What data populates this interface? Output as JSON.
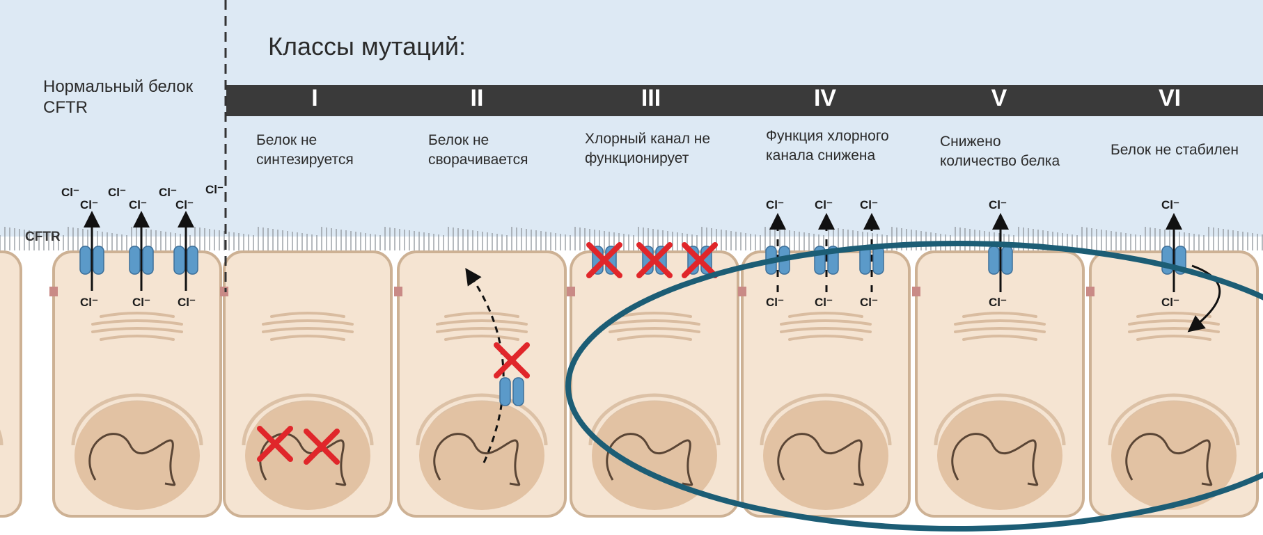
{
  "title": "Классы мутаций:",
  "normal_protein_label": "Нормальный белок\nCFTR",
  "cftr_label": "CFTR",
  "chloride_ion": "Cl⁻",
  "mutation_classes": [
    {
      "numeral": "I",
      "description": "Белок не\nсинтезируется"
    },
    {
      "numeral": "II",
      "description": "Белок не\nсворачивается"
    },
    {
      "numeral": "III",
      "description": "Хлорный канал не\nфункционирует"
    },
    {
      "numeral": "IV",
      "description": "Функция хлорного\nканала снижена"
    },
    {
      "numeral": "V",
      "description": "Снижено\nколичество белка"
    },
    {
      "numeral": "VI",
      "description": "Белок не стабилен"
    }
  ],
  "colors": {
    "sky": "#dde9f4",
    "header_bar": "#3a3a3a",
    "cell_fill": "#f5e4d2",
    "cell_border": "#cdb194",
    "nucleus": "#e2c2a3",
    "channel": "#5b9ac9",
    "red_cross": "#e0262a",
    "highlight_ellipse": "#1c5d75"
  }
}
